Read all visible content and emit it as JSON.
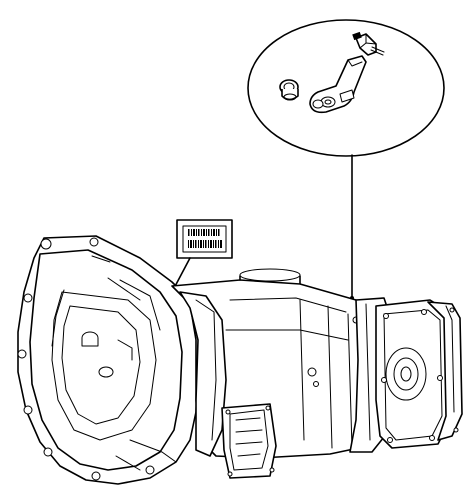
{
  "diagram": {
    "background": "#ffffff",
    "stroke": "#000000",
    "components": [
      {
        "name": "sensor-connector"
      },
      {
        "name": "bushing"
      },
      {
        "name": "shift-lever-arm"
      },
      {
        "name": "label-tag"
      },
      {
        "name": "bell-housing"
      },
      {
        "name": "transmission-case"
      },
      {
        "name": "extension-housing"
      },
      {
        "name": "end-cover"
      }
    ]
  }
}
